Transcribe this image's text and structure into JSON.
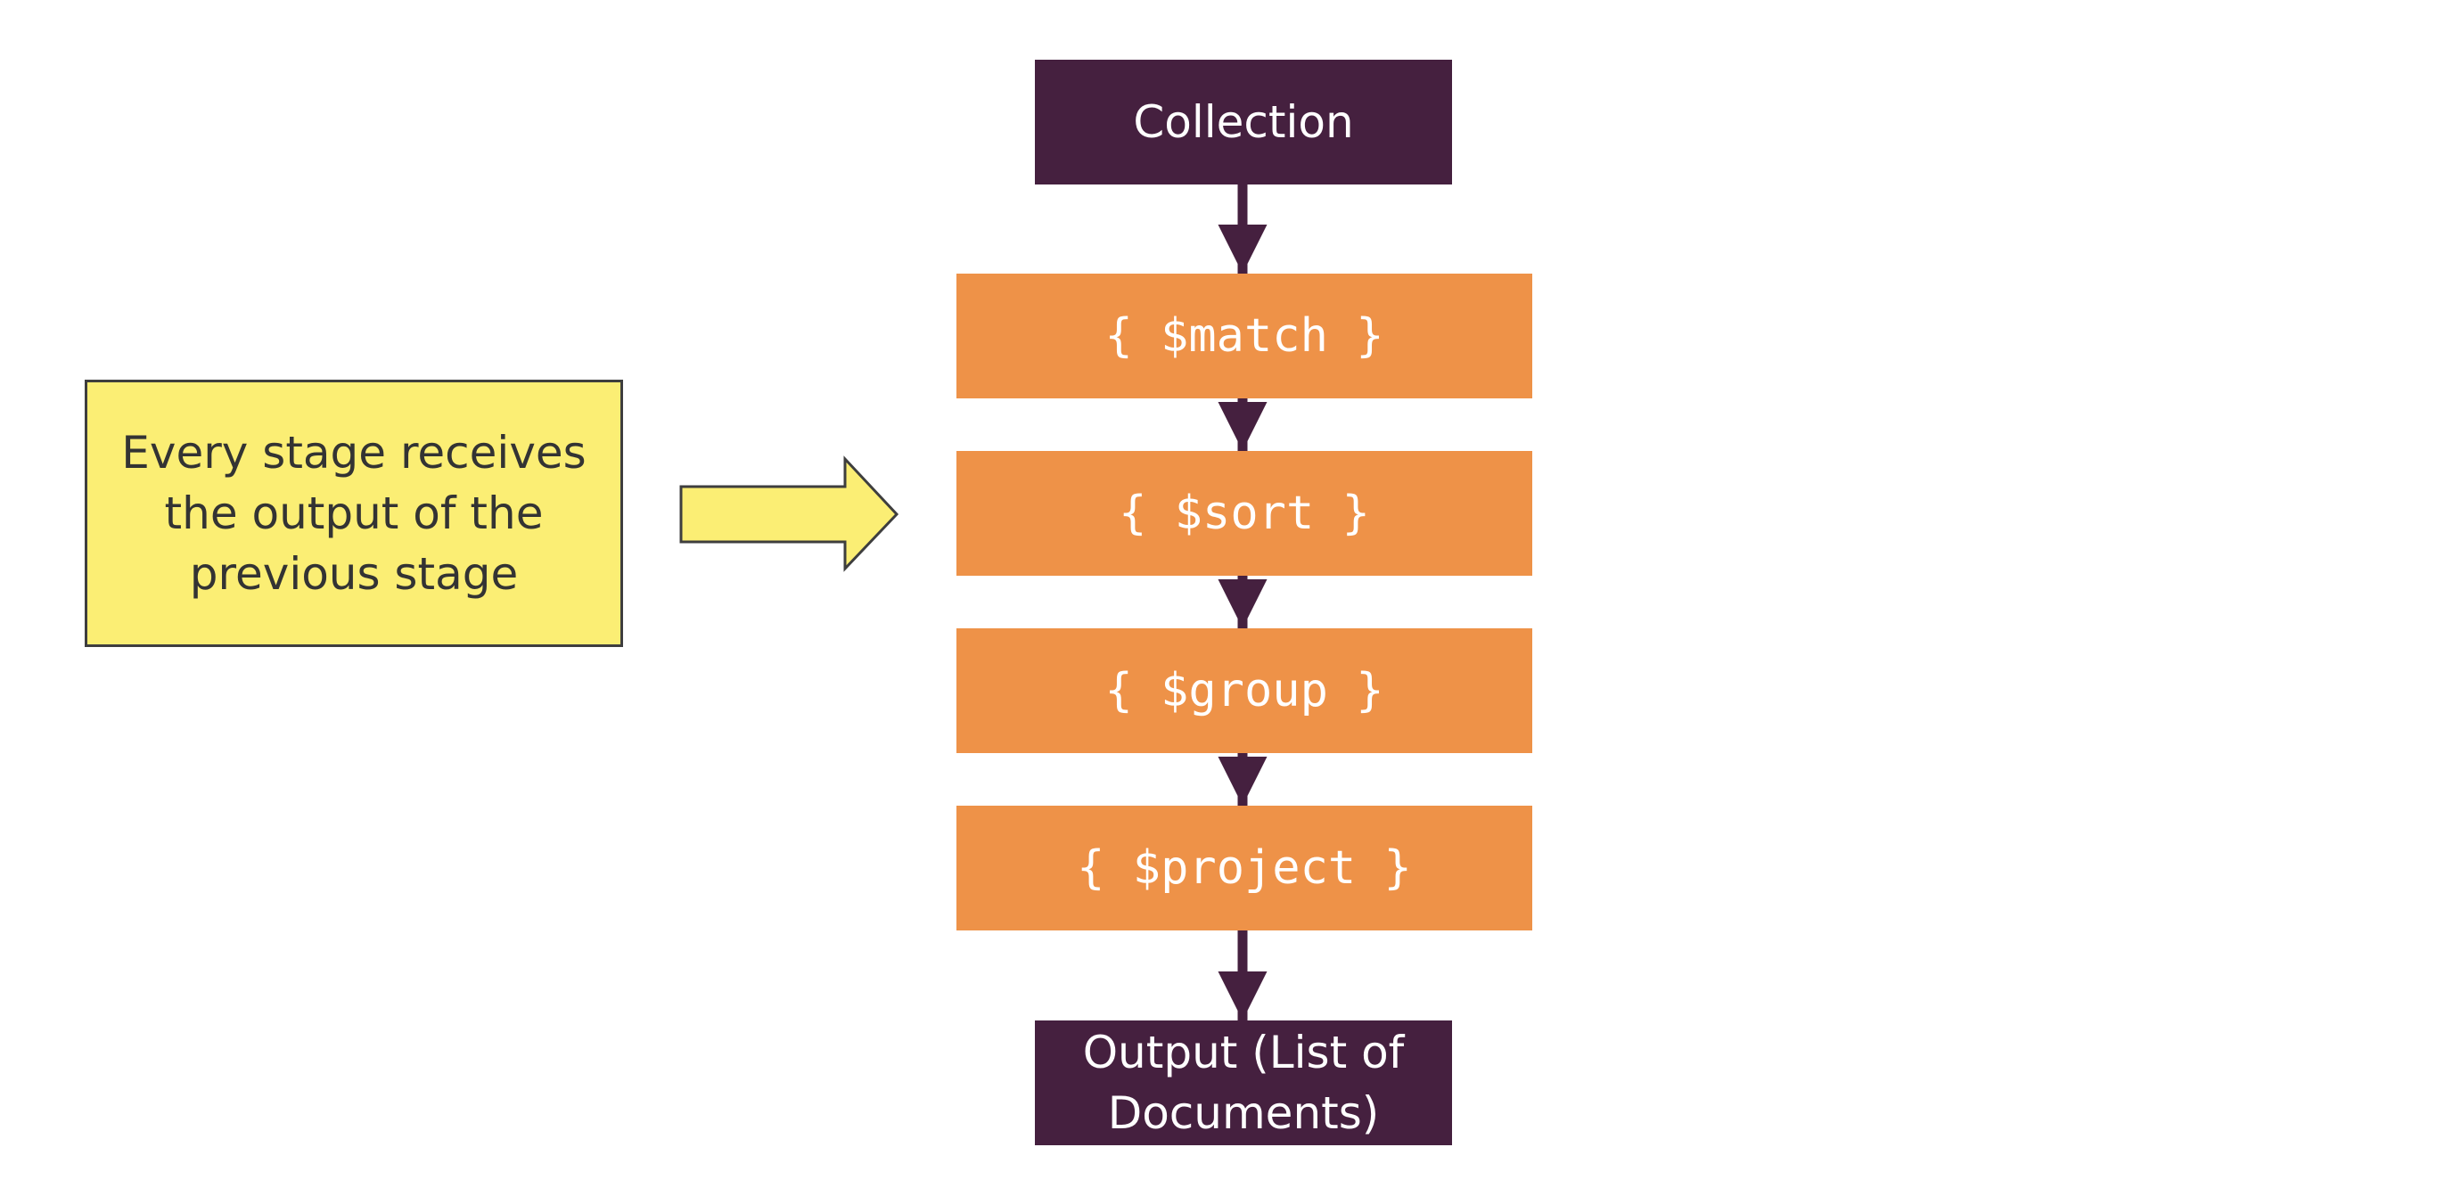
{
  "diagram": {
    "source_label": "Collection",
    "stages": [
      {
        "label": "{ $match }"
      },
      {
        "label": "{ $sort }"
      },
      {
        "label": "{ $group }"
      },
      {
        "label": "{ $project }"
      }
    ],
    "output_label": "Output (List of Documents)",
    "note_text": "Every stage receives the output of the previous stage"
  },
  "colors": {
    "source_output_fill": "#45203f",
    "stage_fill": "#ee9248",
    "note_fill": "#fbee74",
    "arrow_fill": "#fbee74",
    "connector": "#45203f"
  }
}
